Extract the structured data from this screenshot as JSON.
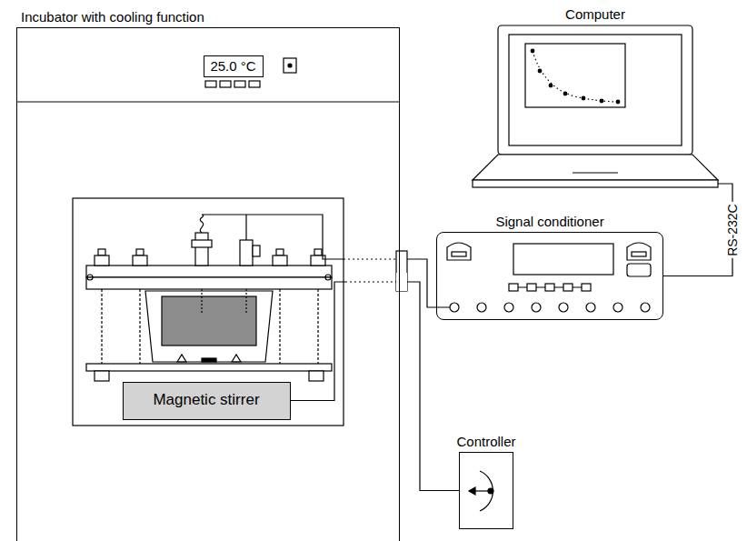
{
  "diagram": {
    "nodes": [
      {
        "text": [
          "Incubator with cooling function"
        ]
      },
      {
        "text": [
          "25.0 °C"
        ],
        "in": 0
      },
      {
        "text": [
          "Magnetic stirrer"
        ],
        "in": 0
      },
      {
        "text": [
          "Computer"
        ]
      },
      {
        "text": [
          "Signal conditioner"
        ]
      },
      {
        "text": [
          "Controller"
        ]
      }
    ],
    "edges": [
      {
        "from": 2,
        "to": 5,
        "arrow": "none"
      },
      {
        "from": 3,
        "to": 4,
        "arrow": "none",
        "label": "RS-232C"
      }
    ]
  }
}
